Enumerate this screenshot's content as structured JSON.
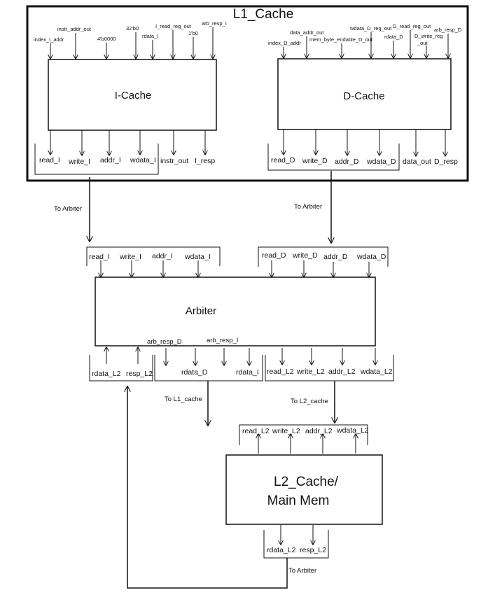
{
  "l1": {
    "title": "L1_Cache",
    "icache": {
      "name": "I-Cache",
      "inputs": [
        "index_I_addr",
        "instr_addr_out",
        "4'b0000",
        "32'b0",
        "rdata_I",
        "I_read_reg_out",
        "1'b0",
        "arb_resp_I"
      ],
      "outputs": [
        "read_I",
        "write_I",
        "addr_I",
        "wdata_I",
        "instr_out",
        "I_resp"
      ]
    },
    "dcache": {
      "name": "D-Cache",
      "inputs": [
        "index_D_addr",
        "data_addr_out",
        "mem_byte_endable_D_out",
        "wdata_D_reg_out",
        "rdata_D",
        "D_read_reg_out",
        "D_write_reg",
        "_out",
        "arb_resp_D"
      ],
      "outputs": [
        "read_D",
        "write_D",
        "addr_D",
        "wdata_D",
        "data_out",
        "D_resp"
      ]
    }
  },
  "arbiter": {
    "name": "Arbiter",
    "to_arbiter_label": "To Arbiter",
    "inputs_i": [
      "read_I",
      "write_I",
      "addr_I",
      "wdata_I"
    ],
    "inputs_d": [
      "read_D",
      "write_D",
      "addr_D",
      "wdata_D"
    ],
    "resp_labels": [
      "arb_resp_D",
      "arb_resp_I"
    ],
    "bottom_in": [
      "rdata_L2",
      "resp_L2"
    ],
    "bottom_out_l1": [
      "rdata_D",
      "rdata_I"
    ],
    "bottom_out_l2": [
      "read_L2",
      "write_L2",
      "addr_L2",
      "wdata_L2"
    ],
    "to_l1_label": "To L1_cache",
    "to_l2_label": "To L2_cache"
  },
  "l2": {
    "name_line1": "L2_Cache/",
    "name_line2": "Main Mem",
    "inputs": [
      "read_L2",
      "write_L2",
      "addr_L2",
      "wdata_L2"
    ],
    "outputs": [
      "rdata_L2",
      "resp_L2"
    ],
    "to_arbiter_label": "To Arbiter"
  }
}
